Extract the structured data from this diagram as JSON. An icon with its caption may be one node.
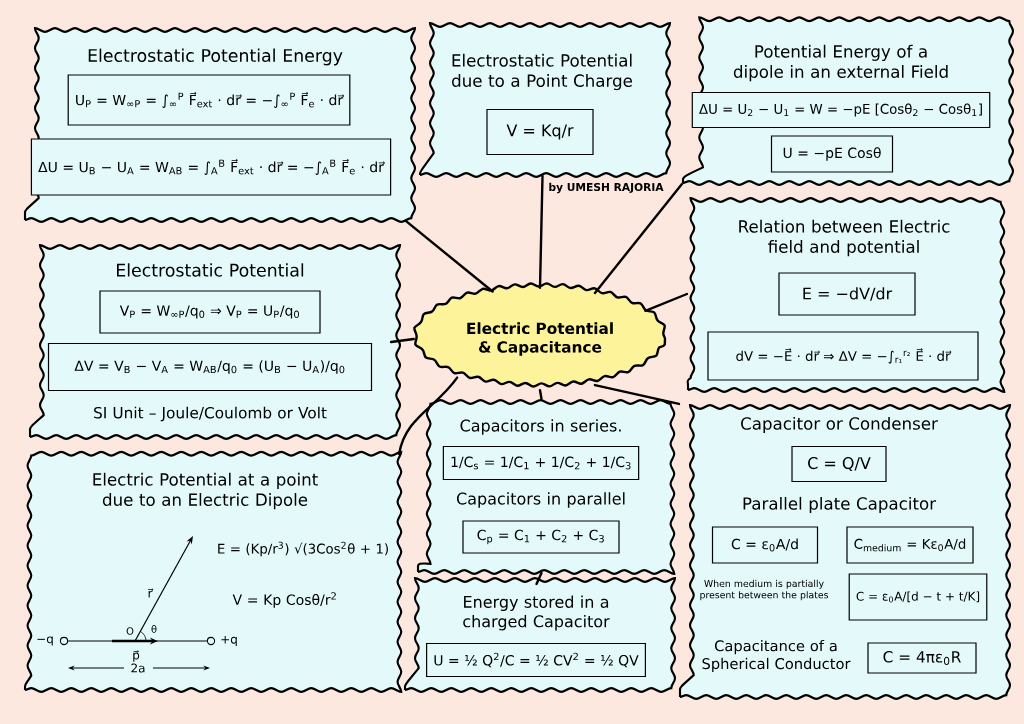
{
  "diagram": {
    "nodes": [
      {
        "text": [
          "Electrostatic Potential Energy"
        ]
      },
      {
        "text": [
          "U$_{P}$ = W$_{∞P}$ = ∫$_{∞}$$^{P}$ F⃗$_{ext}$ · dr⃗ = −∫$_{∞}$$^{P}$ F⃗$_{e}$ · dr⃗"
        ],
        "in": 0
      },
      {
        "text": [
          "ΔU = U$_{B}$ − U$_{A}$ = W$_{AB}$ = ∫$_{A}$$^{B}$ F⃗$_{ext}$ · dr⃗ = −∫$_{A}$$^{B}$ F⃗$_{e}$ · dr⃗"
        ],
        "in": 0
      },
      {
        "text": [
          "Electrostatic Potential due to a Point Charge"
        ]
      },
      {
        "text": [
          "V = Kq/r"
        ],
        "in": 3
      },
      {
        "text": [
          "Potential Energy of a dipole in an external Field"
        ]
      },
      {
        "text": [
          "ΔU = U$_{2}$ − U$_{1}$ = W = −pE [Cosθ$_{2}$ − Cosθ$_{1}$]"
        ],
        "in": 5
      },
      {
        "text": [
          "U = −pE Cosθ"
        ],
        "in": 5
      },
      {
        "text": [
          "Electrostatic Potential",
          "SI Unit – Joule/Coulomb or Volt"
        ]
      },
      {
        "text": [
          "V$_{P}$ = W$_{∞P}$/q$_{0}$ ⇒ V$_{P}$ = U$_{P}$/q$_{0}$"
        ],
        "in": 8
      },
      {
        "text": [
          "ΔV = V$_{B}$ − V$_{A}$ = W$_{AB}$/q$_{0}$ = (U$_{B}$ − U$_{A}$)/q$_{0}$"
        ],
        "in": 8
      },
      {
        "text": [
          "Electric Potential & Capacitance"
        ]
      },
      {
        "text": [
          "Relation between Electric field and potential"
        ]
      },
      {
        "text": [
          "E = −dV/dr"
        ],
        "in": 12
      },
      {
        "text": [
          "dV = −E⃗ · dr⃗ ⇒ ΔV = −∫$_{r₁}$$^{r₂}$ E⃗ · dr⃗"
        ],
        "in": 12
      },
      {
        "text": [
          "Electric Potential at a point due to an Electric Dipole",
          "E = (Kp/r$^{3}$) √(3Cos$^{2}$θ + 1)",
          "V = Kp Cosθ/r$^{2}$"
        ]
      },
      {
        "text": [
          "Capacitors in series.",
          "Capacitors in parallel"
        ]
      },
      {
        "text": [
          "1/C$_{s}$ = 1/C$_{1}$ + 1/C$_{2}$ + 1/C$_{3}$"
        ],
        "in": 16
      },
      {
        "text": [
          "C$_{p}$ = C$_{1}$ + C$_{2}$ + C$_{3}$"
        ],
        "in": 16
      },
      {
        "text": [
          "Energy stored in a charged Capacitor"
        ]
      },
      {
        "text": [
          "U = ½ Q$^{2}$/C = ½ CV$^{2}$ = ½ QV"
        ],
        "in": 19
      },
      {
        "text": [
          "Capacitor or Condenser",
          "Parallel plate Capacitor"
        ]
      },
      {
        "text": [
          "C = Q/V"
        ],
        "in": 21
      },
      {
        "text": [
          "C = ε$_{0}$A/d"
        ],
        "in": 21
      },
      {
        "text": [
          "C$_{medium}$ = Kε$_{0}$A/d"
        ],
        "in": 21
      },
      {
        "text": [
          "C = ε$_{0}$A/[d − t + t/K]"
        ],
        "in": 21,
        "beside": [
          "When medium is partially present between the plates"
        ]
      },
      {
        "text": [
          "C = 4πε$_{0}$R"
        ],
        "in": 21,
        "beside": [
          "Capacitance of a Spherical Conductor"
        ]
      }
    ],
    "edges": [
      {
        "from": 11,
        "to": 0,
        "arrow": "none"
      },
      {
        "from": 11,
        "to": 3,
        "arrow": "none"
      },
      {
        "from": 11,
        "to": 5,
        "arrow": "none"
      },
      {
        "from": 11,
        "to": 8,
        "arrow": "none"
      },
      {
        "from": 11,
        "to": 12,
        "arrow": "none"
      },
      {
        "from": 11,
        "to": 15,
        "arrow": "none"
      },
      {
        "from": 11,
        "to": 16,
        "arrow": "none"
      },
      {
        "from": 11,
        "to": 21,
        "arrow": "none"
      },
      {
        "from": 16,
        "to": 19,
        "arrow": "none"
      }
    ],
    "labels": [
      "by UMESH RAJORIA",
      "r⃗",
      "O",
      "θ",
      "−q",
      "+q",
      "p⃗",
      "2a"
    ]
  }
}
